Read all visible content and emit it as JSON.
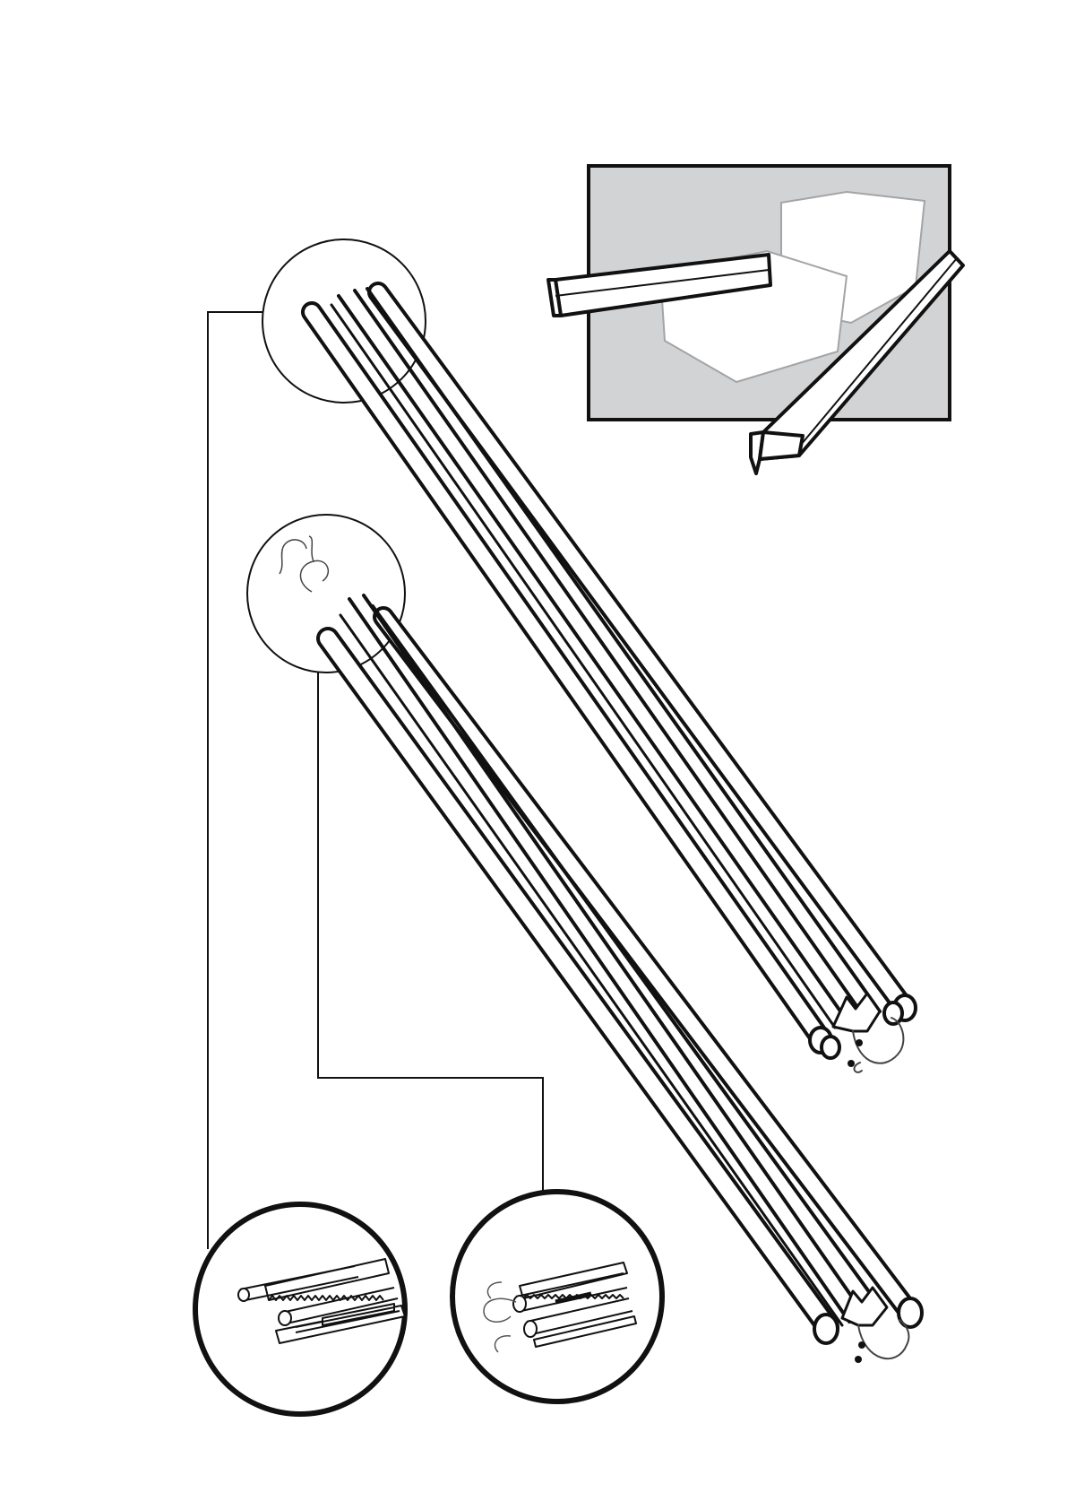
{
  "colors": {
    "background": "#ffffff",
    "ink": "#111111",
    "panel_fill": "#d2d3d5",
    "block_fill": "#ffffff",
    "block_edge": "#a3a4a6",
    "wire": "#444444"
  },
  "diagram": {
    "components": [
      "top-rail-assembly",
      "lower-rail-assembly",
      "detail-callout-top-rail-end",
      "detail-callout-lower-rail-end-with-wire",
      "detail-magnified-rack-profile",
      "detail-magnified-wired-profile",
      "inset-panel-with-foam-blocks-and-profiles"
    ]
  }
}
